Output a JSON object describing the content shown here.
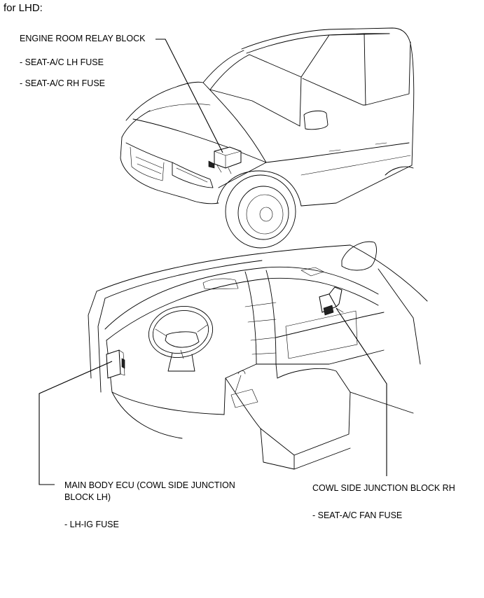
{
  "title": "for LHD:",
  "engine_room": {
    "label": "ENGINE ROOM RELAY BLOCK",
    "fuses": [
      "- SEAT-A/C LH FUSE",
      "- SEAT-A/C RH FUSE"
    ]
  },
  "main_body_ecu": {
    "label_line1": "MAIN BODY ECU (COWL SIDE JUNCTION",
    "label_line2": "BLOCK LH)",
    "fuses": [
      "- LH-IG FUSE"
    ]
  },
  "cowl_side_rh": {
    "label": "COWL SIDE JUNCTION BLOCK RH",
    "fuses": [
      "- SEAT-A/C FAN FUSE"
    ]
  }
}
